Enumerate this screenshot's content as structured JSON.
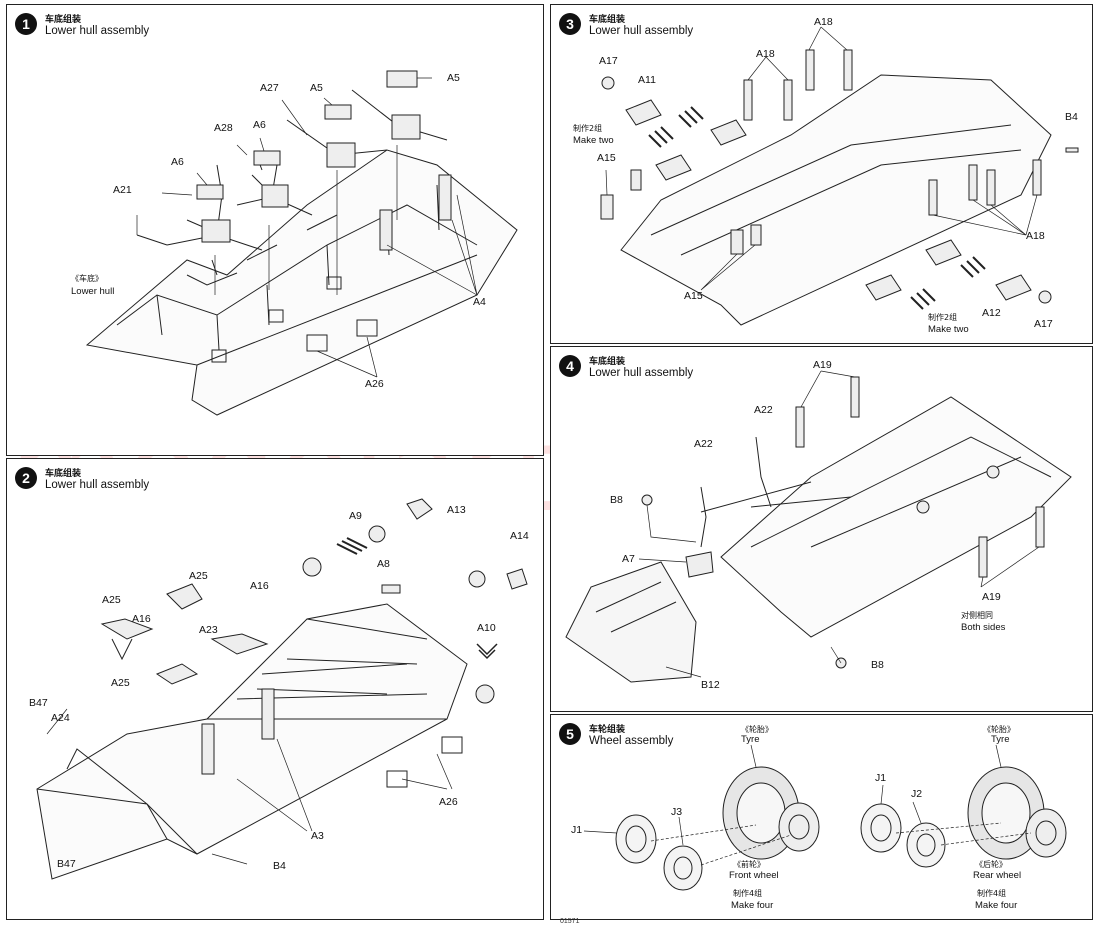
{
  "steps": [
    {
      "number": "1",
      "title_cn": "车底组装",
      "title_en": "Lower hull assembly",
      "labels": [
        "A5",
        "A27",
        "A5",
        "A28",
        "A6",
        "A6",
        "A21",
        "A4",
        "A26"
      ],
      "note_cn": "《车底》",
      "note_en": "Lower hull"
    },
    {
      "number": "2",
      "title_cn": "车底组装",
      "title_en": "Lower hull assembly",
      "labels": [
        "A9",
        "A13",
        "A14",
        "A8",
        "A10",
        "A25",
        "A25",
        "A16",
        "A16",
        "A23",
        "A25",
        "B47",
        "A24",
        "A26",
        "A3",
        "B47",
        "B4"
      ]
    },
    {
      "number": "3",
      "title_cn": "车底组装",
      "title_en": "Lower hull assembly",
      "labels": [
        "A18",
        "A18",
        "A17",
        "A11",
        "B4",
        "A15",
        "A15",
        "A18",
        "A12",
        "A17"
      ],
      "note_left_cn": "制作2组",
      "note_left_en": "Make two",
      "note_right_cn": "制作2组",
      "note_right_en": "Make two"
    },
    {
      "number": "4",
      "title_cn": "车底组装",
      "title_en": "Lower hull assembly",
      "labels": [
        "A19",
        "A22",
        "A22",
        "B8",
        "A7",
        "B8",
        "B12",
        "A19"
      ],
      "note_cn": "对侧相同",
      "note_en": "Both sides"
    },
    {
      "number": "5",
      "title_cn": "车轮组装",
      "title_en": "Wheel assembly",
      "tyre_cn": "《轮胎》",
      "tyre_en": "Tyre",
      "front_cn": "《前轮》",
      "front_en": "Front wheel",
      "rear_cn": "《后轮》",
      "rear_en": "Rear wheel",
      "make_cn": "制作4组",
      "make_en": "Make four",
      "labels": [
        "J1",
        "J3",
        "J1",
        "J2"
      ]
    }
  ],
  "watermark": "modelartikl.cz",
  "footer": "01571"
}
